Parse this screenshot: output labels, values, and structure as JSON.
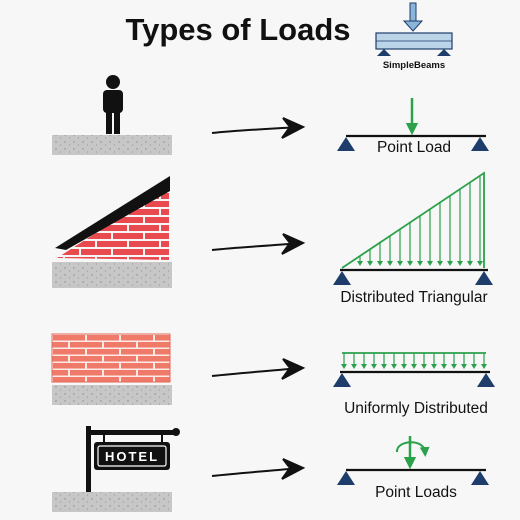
{
  "title": "Types of Loads",
  "brand": "SimpleBeams",
  "sign_text": "HOTEL",
  "rows": [
    {
      "illustration": "person-icon",
      "label": "Point Load"
    },
    {
      "illustration": "triangular-brick-wall",
      "label": "Distributed Triangular"
    },
    {
      "illustration": "brick-wall",
      "label": "Uniformly Distributed"
    },
    {
      "illustration": "hotel-sign",
      "label": "Point Loads"
    }
  ],
  "colors": {
    "load_green": "#2aa14a",
    "support_blue": "#1e3d6b",
    "brick_red": "#e84a4f",
    "brick_salmon": "#f07a6a",
    "slab_gray": "#c7c7c7"
  }
}
